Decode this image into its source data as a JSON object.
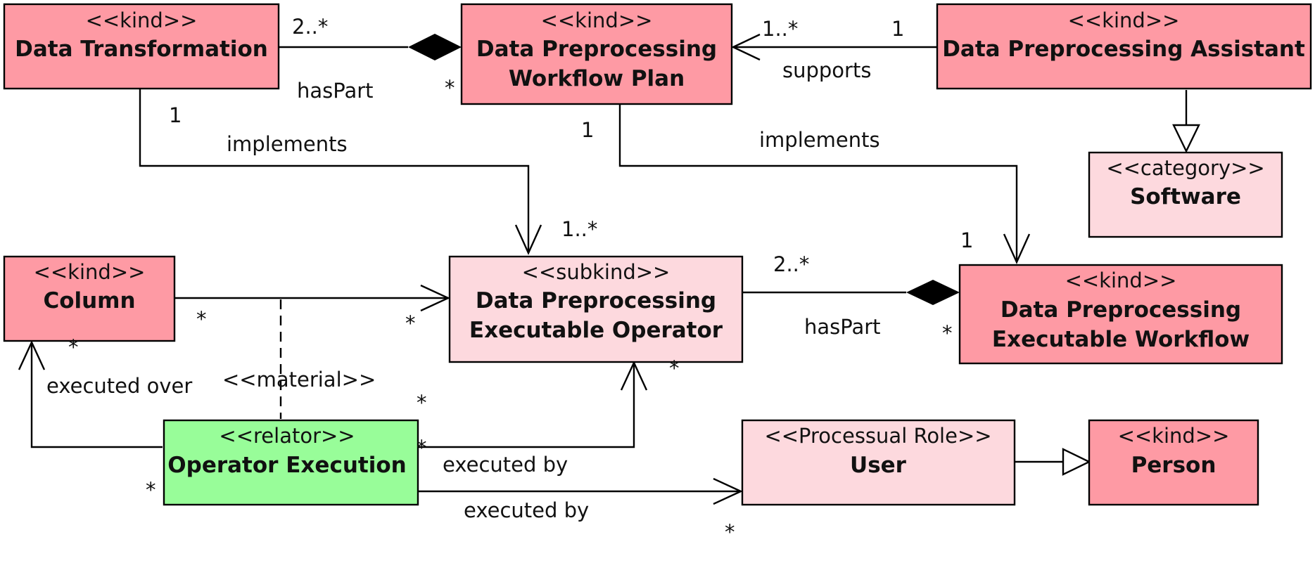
{
  "colors": {
    "kind": "#fe9aa4",
    "light": "#fdd9de",
    "relator": "#98fd99",
    "line": "#000000"
  },
  "classes": {
    "data_transformation": {
      "stereotype": "<<kind>>",
      "name": [
        "Data Transformation"
      ]
    },
    "workflow_plan": {
      "stereotype": "<<kind>>",
      "name": [
        "Data Preprocessing",
        "Workflow Plan"
      ]
    },
    "assistant": {
      "stereotype": "<<kind>>",
      "name": [
        "Data Preprocessing Assistant"
      ]
    },
    "software": {
      "stereotype": "<<category>>",
      "name": [
        "Software"
      ]
    },
    "column": {
      "stereotype": "<<kind>>",
      "name": [
        "Column"
      ]
    },
    "executable_operator": {
      "stereotype": "<<subkind>>",
      "name": [
        "Data Preprocessing",
        "Executable Operator"
      ]
    },
    "executable_workflow": {
      "stereotype": "<<kind>>",
      "name": [
        "Data Preprocessing",
        "Executable Workflow"
      ]
    },
    "operator_execution": {
      "stereotype": "<<relator>>",
      "name": [
        "Operator Execution"
      ]
    },
    "user": {
      "stereotype": "<<Processual Role>>",
      "name": [
        "User"
      ]
    },
    "person": {
      "stereotype": "<<kind>>",
      "name": [
        "Person"
      ]
    }
  },
  "relations": {
    "haspart_plan": {
      "label": "hasPart",
      "source_mult": "2..*",
      "target_mult": "*"
    },
    "supports": {
      "label": "supports",
      "source_mult": "1",
      "target_mult": "1..*"
    },
    "implements_transformation": {
      "label": "implements",
      "source_mult": "1",
      "target_mult": "1..*"
    },
    "implements_plan": {
      "label": "implements",
      "source_mult": "1",
      "target_mult": "1"
    },
    "column_operator": {
      "source_mult": "*",
      "target_mult": "*"
    },
    "material": {
      "label": "<<material>>"
    },
    "haspart_workflow": {
      "label": "hasPart",
      "source_mult": "2..*",
      "target_mult": "*"
    },
    "executed_over": {
      "label": "executed over",
      "source_mult": "*",
      "target_mult": "*"
    },
    "executed_by_operator": {
      "label": "executed by",
      "source_mult": "*",
      "target_mult": "*"
    },
    "executed_by_user": {
      "label": "executed by",
      "target_mult": "*"
    }
  }
}
